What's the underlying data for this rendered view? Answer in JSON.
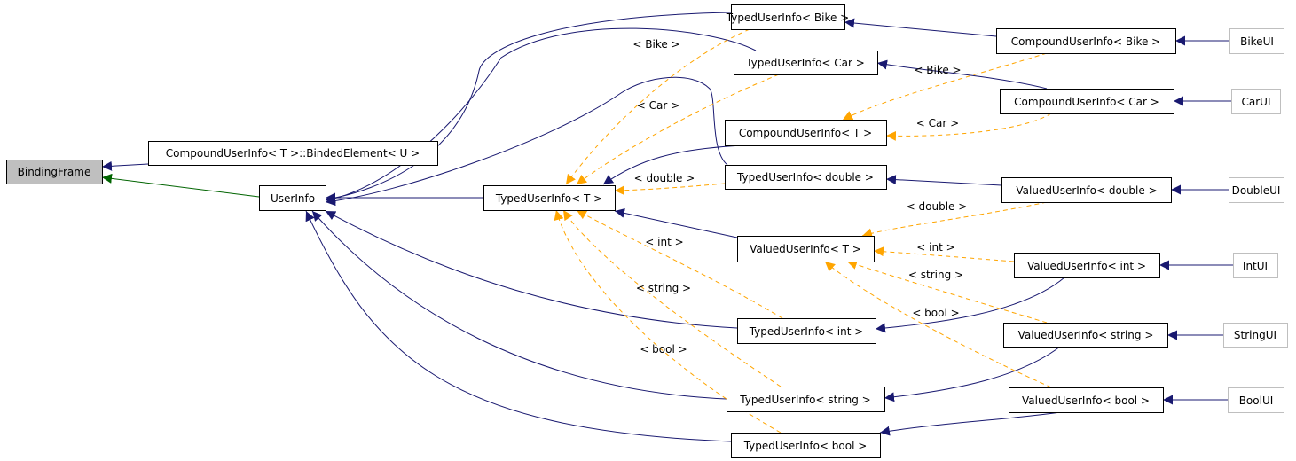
{
  "nodes": {
    "binding_frame": "BindingFrame",
    "binded_element": "CompoundUserInfo< T >::BindedElement< U >",
    "user_info": "UserInfo",
    "typed_t": "TypedUserInfo< T >",
    "typed_bike": "TypedUserInfo< Bike >",
    "typed_car": "TypedUserInfo< Car >",
    "compound_t": "CompoundUserInfo< T >",
    "typed_double": "TypedUserInfo< double >",
    "valued_t": "ValuedUserInfo< T >",
    "typed_int": "TypedUserInfo< int >",
    "typed_string": "TypedUserInfo< string >",
    "typed_bool": "TypedUserInfo< bool >",
    "compound_bike": "CompoundUserInfo< Bike >",
    "compound_car": "CompoundUserInfo< Car >",
    "valued_double": "ValuedUserInfo< double >",
    "valued_int": "ValuedUserInfo< int >",
    "valued_string": "ValuedUserInfo< string >",
    "valued_bool": "ValuedUserInfo< bool >",
    "bike_ui": "BikeUI",
    "car_ui": "CarUI",
    "double_ui": "DoubleUI",
    "int_ui": "IntUI",
    "string_ui": "StringUI",
    "bool_ui": "BoolUI"
  },
  "edge_labels": {
    "typed_bike": "< Bike >",
    "typed_car": "< Car >",
    "typed_double": "< double >",
    "typed_int": "< int >",
    "typed_string": "< string >",
    "typed_bool": "< bool >",
    "compound_bike": "< Bike >",
    "compound_car": "< Car >",
    "valued_double": "< double >",
    "valued_int": "< int >",
    "valued_string": "< string >",
    "valued_bool": "< bool >"
  },
  "colors": {
    "inheritance": "#191970",
    "public_root": "#006400",
    "template_instance": "#ffa500",
    "highlight_node": "#bfbfbf"
  }
}
